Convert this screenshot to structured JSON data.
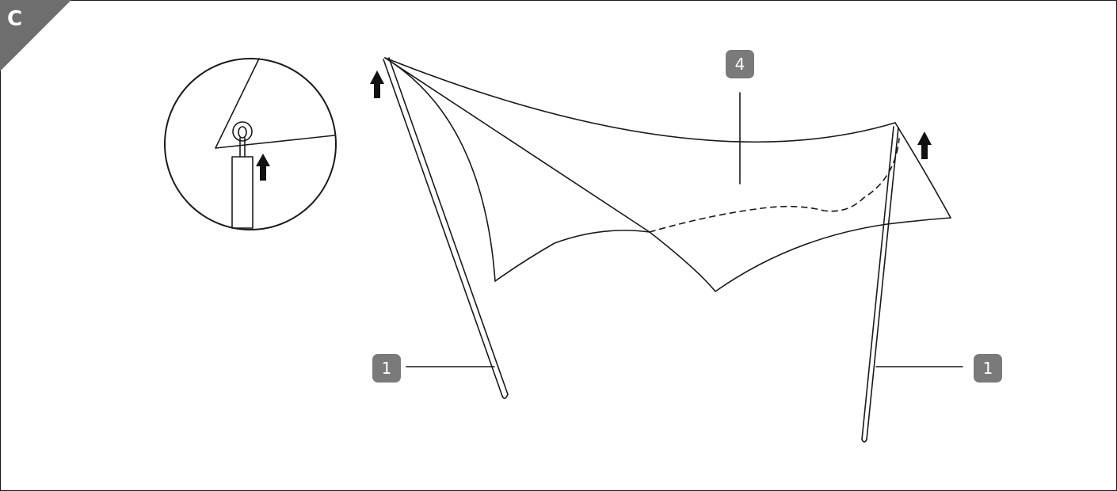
{
  "figure": {
    "step_letter": "C",
    "line_color": "#1a1a1a",
    "badge_color": "#7a7a7a",
    "corner_color": "#6e6e6e"
  },
  "callouts": [
    {
      "id": "pole-left",
      "label": "1"
    },
    {
      "id": "sail",
      "label": "4"
    },
    {
      "id": "pole-right",
      "label": "1"
    }
  ],
  "icons": {
    "arrow": "up-arrow-icon",
    "detail": "eyelet-detail-magnifier"
  }
}
